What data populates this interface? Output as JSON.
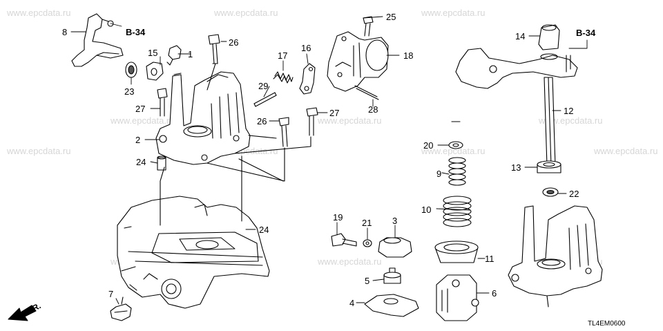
{
  "watermark": "www.epcdata.ru",
  "diagram_code": "TL4EM0600",
  "ref_b34": "B-34",
  "front_label": "FR.",
  "callouts": {
    "c1": "1",
    "c2": "2",
    "c3": "3",
    "c4": "4",
    "c5": "5",
    "c6": "6",
    "c7": "7",
    "c8": "8",
    "c9": "9",
    "c10": "10",
    "c11": "11",
    "c12": "12",
    "c13": "13",
    "c14": "14",
    "c15": "15",
    "c16": "16",
    "c17": "17",
    "c18": "18",
    "c19": "19",
    "c20": "20",
    "c21": "21",
    "c22": "22",
    "c23": "23",
    "c24": "24",
    "c25": "25",
    "c26": "26",
    "c27": "27",
    "c28": "28",
    "c29": "29"
  }
}
